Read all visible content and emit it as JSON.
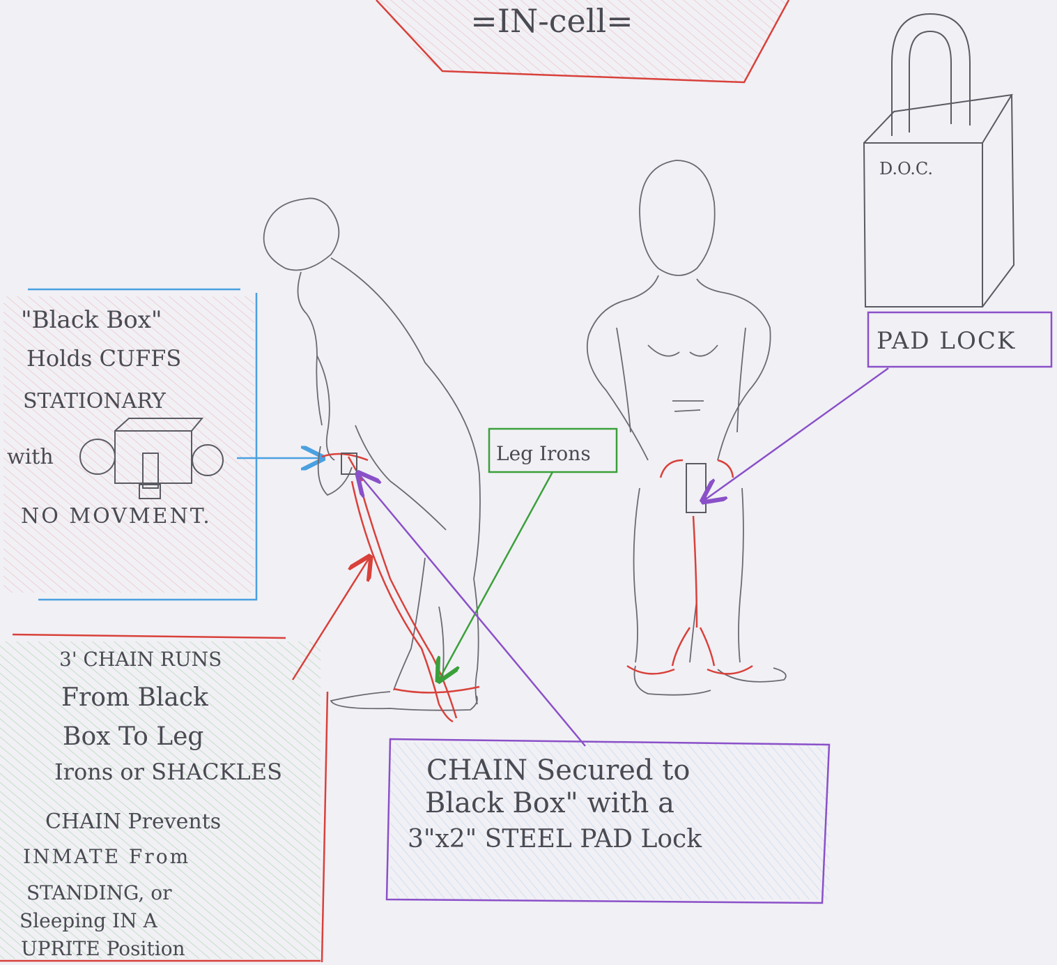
{
  "title": "=IN-cell=",
  "colors": {
    "paper": "#f1f0f5",
    "pencil": "#5a5a62",
    "red": "#d8413a",
    "blue": "#4aa0e0",
    "green": "#3aa03a",
    "purple": "#8a50c8"
  },
  "labels": {
    "black_box": {
      "line1": "\"Black Box\"",
      "line2": "Holds CUFFS",
      "line3": "STATIONARY",
      "line4": "with",
      "line5": "NO MOVMENT."
    },
    "chain_runs": {
      "line1": "3' CHAIN RUNS",
      "line2": "From Black",
      "line3": "Box To Leg",
      "line4": "Irons or SHACKLES",
      "line5": "CHAIN Prevents",
      "line6": "INMATE From",
      "line7": "STANDING, or",
      "line8": "Sleeping IN A",
      "line9": "UPRITE Position"
    },
    "leg_irons": "Leg Irons",
    "pad_lock": "PAD LOCK",
    "doc": "D.O.C.",
    "chain_secured": {
      "line1": "CHAIN Secured to",
      "line2": "Black Box\" with a",
      "line3": "3\"x2\" STEEL PAD Lock"
    }
  }
}
